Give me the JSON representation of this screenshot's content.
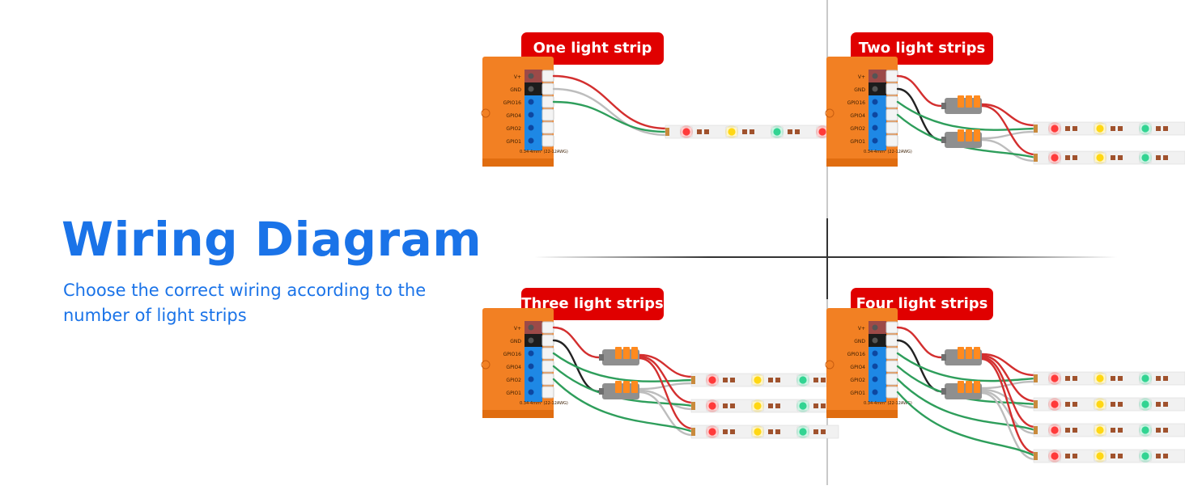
{
  "title": "Wiring Diagram",
  "subtitle": "Choose the correct wiring according to the number of light strips",
  "colors": {
    "accent_blue": "#1a73e8",
    "badge_red": "#e00000",
    "controller_orange": "#f28023",
    "terminal_blue": "#1e88e5",
    "wire_red": "#d32f2f",
    "wire_black": "#222222",
    "wire_white": "#bdbdbd",
    "wire_green": "#2e9e5b"
  },
  "terminal_labels": [
    "V+",
    "GND",
    "GPIO16",
    "GPIO4",
    "GPIO2",
    "GPIO1"
  ],
  "wire_spec": "0.34-4mm² (22-12AWG)",
  "panels": [
    {
      "label": "One light strip",
      "strips": 1
    },
    {
      "label": "Two light strips",
      "strips": 2
    },
    {
      "label": "Three light strips",
      "strips": 3
    },
    {
      "label": "Four light strips",
      "strips": 4
    }
  ]
}
